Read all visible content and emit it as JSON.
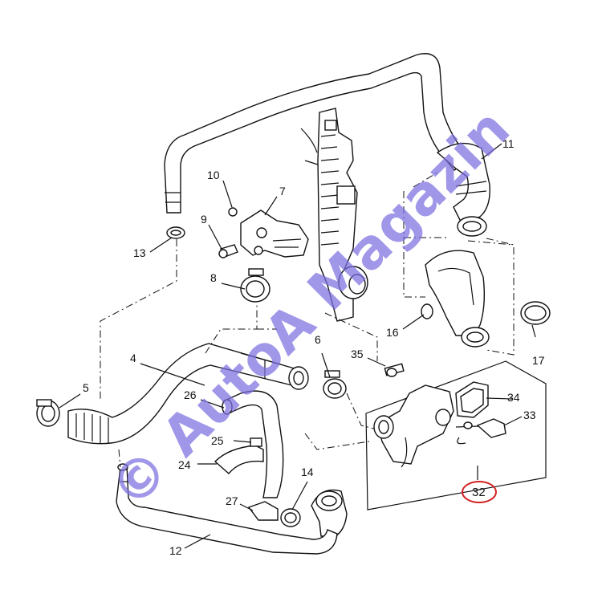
{
  "parts": {
    "p4": "4",
    "p5": "5",
    "p6": "6",
    "p7": "7",
    "p8": "8",
    "p9": "9",
    "p10": "10",
    "p11": "11",
    "p12": "12",
    "p13": "13",
    "p14": "14",
    "p16": "16",
    "p17": "17",
    "p24": "24",
    "p25": "25",
    "p26": "26",
    "p27": "27",
    "p32": "32",
    "p33": "33",
    "p34": "34",
    "p35": "35"
  },
  "watermark": {
    "text": "© AutoA Magazin",
    "color": "#7b6fe0",
    "accent": "#e8565a"
  },
  "highlight": {
    "part": "32",
    "color": "#d21f1f"
  }
}
